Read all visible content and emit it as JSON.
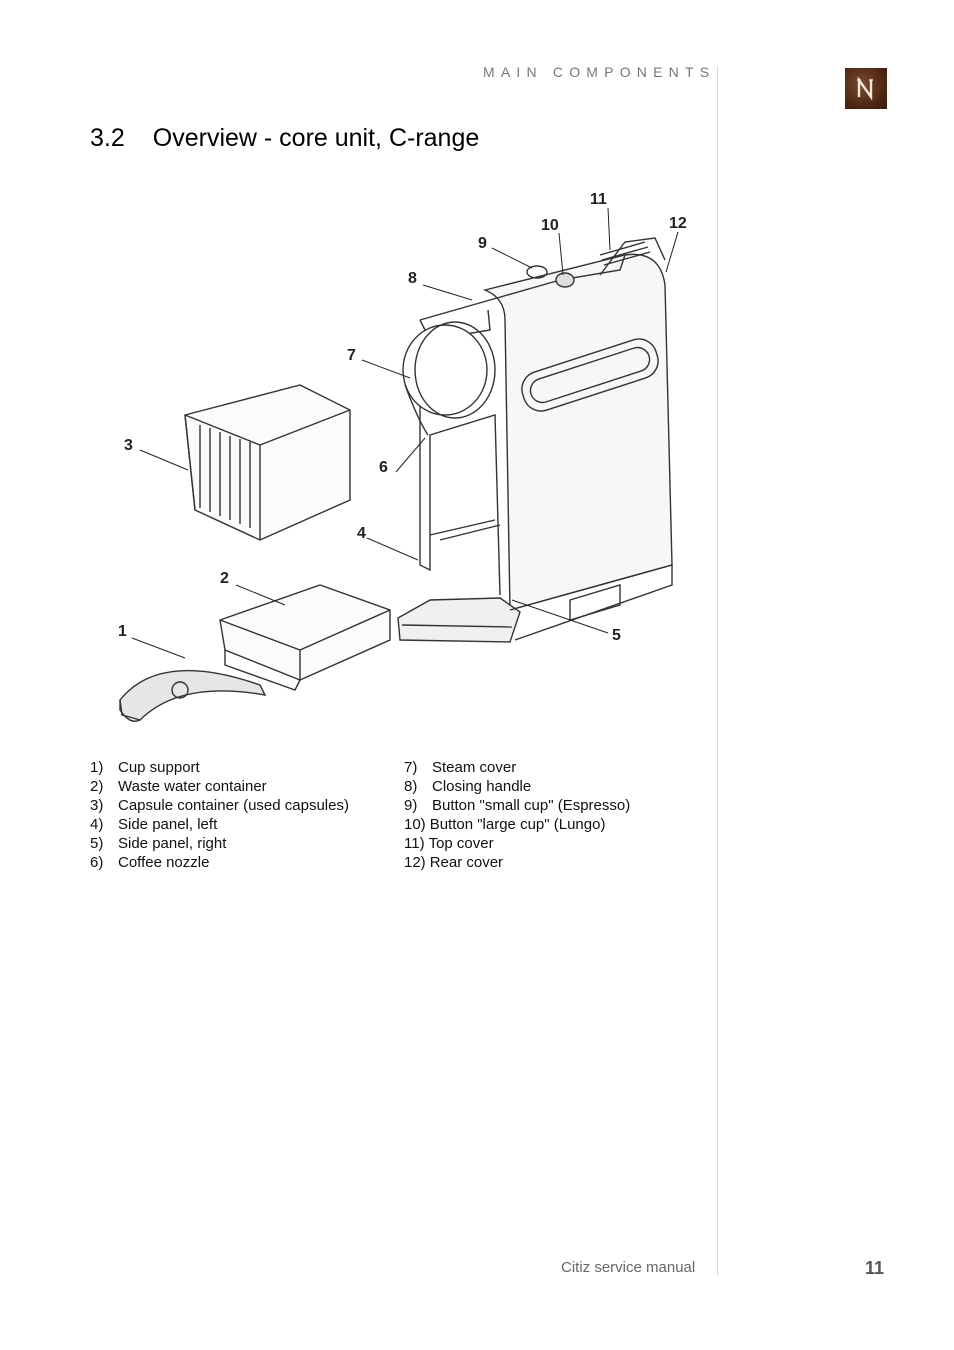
{
  "header": {
    "section": "MAIN COMPONENTS"
  },
  "title": {
    "number": "3.2",
    "text": "Overview - core unit, C-range"
  },
  "figure": {
    "callouts": [
      "1",
      "2",
      "3",
      "4",
      "5",
      "6",
      "7",
      "8",
      "9",
      "10",
      "11",
      "12"
    ]
  },
  "legend": {
    "left": [
      {
        "num": "1)",
        "label": "Cup support"
      },
      {
        "num": "2)",
        "label": "Waste water container"
      },
      {
        "num": "3)",
        "label": "Capsule container (used capsules)"
      },
      {
        "num": "4)",
        "label": "Side panel, left"
      },
      {
        "num": "5)",
        "label": "Side panel, right"
      },
      {
        "num": "6)",
        "label": "Coffee nozzle"
      }
    ],
    "right": [
      {
        "num": "7)",
        "label": "Steam cover"
      },
      {
        "num": "8)",
        "label": "Closing handle"
      },
      {
        "num": "9)",
        "label": "Button \"small cup\" (Espresso)"
      },
      {
        "num": "10)",
        "label": "Button \"large cup\" (Lungo)"
      },
      {
        "num": "11)",
        "label": "Top cover"
      },
      {
        "num": "12)",
        "label": "Rear cover"
      }
    ]
  },
  "footer": {
    "manual": "Citiz service manual",
    "page": "11"
  },
  "colors": {
    "logo": "#4a2412",
    "rule": "#d8d8d8",
    "header": "#777777"
  },
  "logo": {
    "icon": "nespresso-n-logo"
  }
}
